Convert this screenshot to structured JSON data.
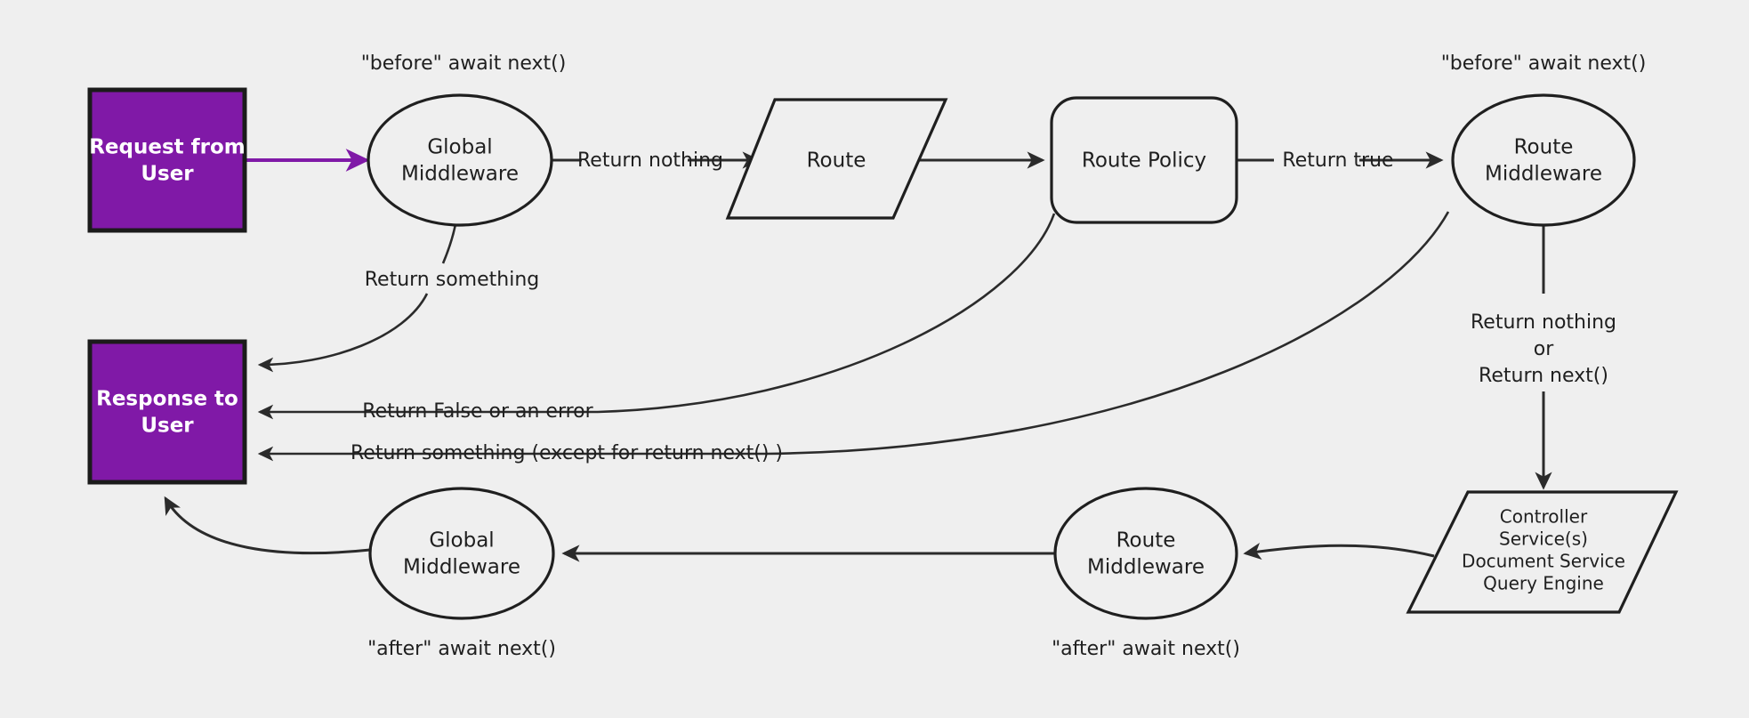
{
  "diagram": {
    "background_color": "#efefef",
    "accent_color": "#8019a7",
    "line_color": "#2b2b2b",
    "nodes": {
      "request": {
        "label_line1": "Request from",
        "label_line2": "User",
        "shape": "rectangle"
      },
      "response": {
        "label_line1": "Response to",
        "label_line2": "User",
        "shape": "rectangle"
      },
      "global_mw_before": {
        "label_line1": "Global",
        "label_line2": "Middleware",
        "shape": "ellipse"
      },
      "route": {
        "label": "Route",
        "shape": "parallelogram"
      },
      "route_policy": {
        "label": "Route Policy",
        "shape": "rounded-rectangle"
      },
      "route_mw_before": {
        "label_line1": "Route",
        "label_line2": "Middleware",
        "shape": "ellipse"
      },
      "controller": {
        "line1": "Controller",
        "line2": "Service(s)",
        "line3": "Document Service",
        "line4": "Query Engine",
        "shape": "parallelogram"
      },
      "route_mw_after": {
        "label_line1": "Route",
        "label_line2": "Middleware",
        "shape": "ellipse"
      },
      "global_mw_after": {
        "label_line1": "Global",
        "label_line2": "Middleware",
        "shape": "ellipse"
      }
    },
    "phase_labels": {
      "global_before": "\"before\" await next()",
      "route_before": "\"before\" await next()",
      "global_after": "\"after\" await next()",
      "route_after": "\"after\" await next()"
    },
    "edge_labels": {
      "return_nothing": "Return nothing",
      "return_true": "Return true",
      "return_something": "Return something",
      "return_false_or_error": "Return False or an error",
      "return_something_except": "Return something (except for return next() )",
      "return_nothing_or_next_1": "Return nothing",
      "return_nothing_or_next_2": "or",
      "return_nothing_or_next_3": "Return next()"
    }
  }
}
